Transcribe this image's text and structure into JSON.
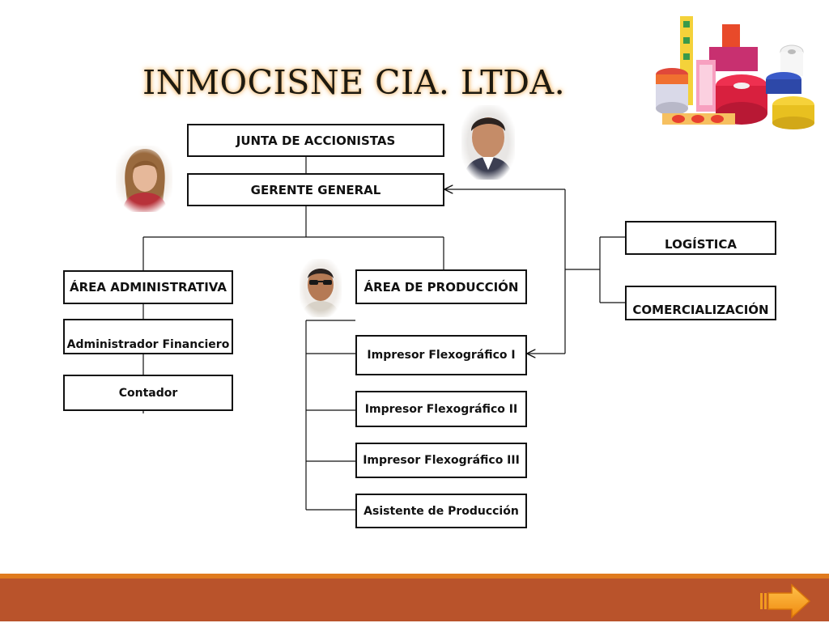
{
  "title": "INMOCISNE CIA. LTDA.",
  "org_chart": {
    "board": "JUNTA DE ACCIONISTAS",
    "general_manager": "GERENTE GENERAL",
    "admin_area": "ÁREA ADMINISTRATIVA",
    "financial_admin": "Administrador Financiero",
    "accountant": "Contador",
    "production_area": "ÁREA DE PRODUCCIÓN",
    "printer_1": "Impresor Flexográfico I",
    "printer_2": "Impresor Flexográfico II",
    "printer_3": "Impresor Flexográfico III",
    "production_assistant": "Asistente de Producción",
    "logistics": "LOGÍSTICA",
    "commercialization": "COMERCIALIZACIÓN"
  },
  "photos": [
    "woman-portrait",
    "man-portrait",
    "man-sunglasses-portrait",
    "label-rolls-product-photo"
  ],
  "colors": {
    "bottom_bar": "#b9532b",
    "bottom_bar_accent": "#e07b1e",
    "next_button": "#f39a1f",
    "title_glow": "#f0b060"
  },
  "navigation": {
    "next_icon": "right-arrow-icon"
  }
}
